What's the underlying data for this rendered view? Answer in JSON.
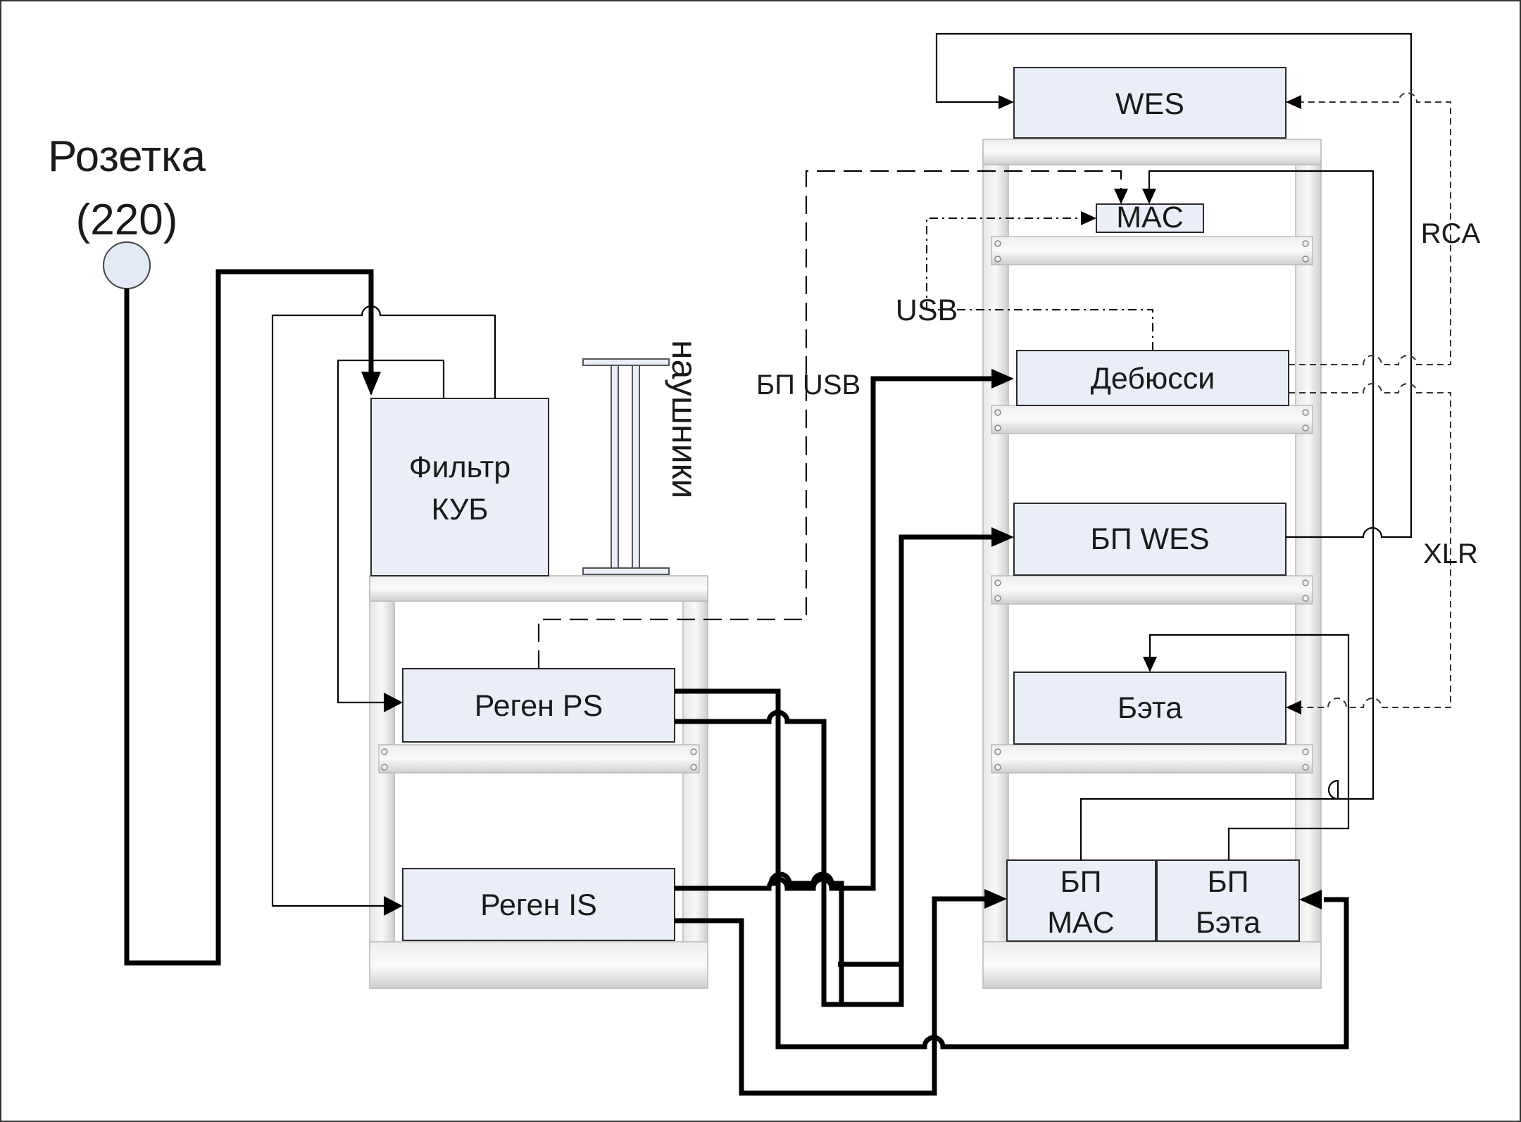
{
  "labels": {
    "socket_line1": "Розетка",
    "socket_line2": "(220)",
    "filter_line1": "Фильтр",
    "filter_line2": "КУБ",
    "headphones": "наушники",
    "regen_ps": "Реген PS",
    "regen_is": "Реген IS",
    "bp_usb": "БП USB",
    "wes": "WES",
    "mac": "MAC",
    "usb": "USB",
    "debussy": "Дебюсси",
    "bp_wes": "БП WES",
    "beta": "Бэта",
    "bp_mac_line1": "БП",
    "bp_mac_line2": "MAC",
    "bp_beta_line1": "БП",
    "bp_beta_line2": "Бэта",
    "rca": "RCA",
    "xlr": "XLR"
  },
  "colors": {
    "box_fill": "#e9eef8",
    "line": "#000000",
    "rack": "#d9d9d9"
  }
}
